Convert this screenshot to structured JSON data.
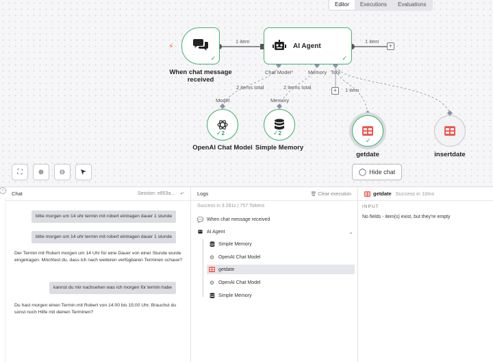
{
  "tabs": [
    {
      "label": "Editor",
      "active": true
    },
    {
      "label": "Executions",
      "active": false
    },
    {
      "label": "Evaluations",
      "active": false
    }
  ],
  "nodes": {
    "trigger": {
      "label_line1": "When chat message",
      "label_line2": "received",
      "icon": "chat-bubbles-icon"
    },
    "agent": {
      "label": "AI Agent",
      "icon": "robot-icon"
    },
    "model": {
      "label": "OpenAI Chat Model",
      "count": "2",
      "icon": "openai-icon"
    },
    "memory": {
      "label": "Simple Memory",
      "count": "2",
      "icon": "database-icon"
    },
    "getdate": {
      "label": "getdate",
      "icon": "table-icon"
    },
    "insertdate": {
      "label": "insertdate",
      "icon": "table-icon"
    }
  },
  "connections": {
    "trigger_to_agent": "1 item",
    "agent_out": "1 item",
    "model_total": "2 items total",
    "memory_total": "2 items total",
    "tool_item": "1 item"
  },
  "ports": {
    "chat_model": "Chat Model",
    "chat_model_required": "*",
    "memory": "Memory",
    "tool": "Tool",
    "model_sub": "Model",
    "memory_sub": "Memory"
  },
  "canvas_controls": {
    "hide_chat": "Hide chat"
  },
  "chat": {
    "title": "Chat",
    "session": "Session: e853a...",
    "messages": [
      {
        "role": "user",
        "text": "bitte morgen um 14 uhr termin mit robert eintragen dauer 1 stunde"
      },
      {
        "role": "user",
        "text": "bitte morgen um 14 uhr termin mit robert eintragen dauer 1 stunde"
      },
      {
        "role": "bot",
        "text": "Der Termin mit Robert morgen um 14 Uhr für eine Dauer von einer Stunde wurde eingetragen. Möchtest du, dass ich nach weiteren verfügbaren Terminen schaue?"
      },
      {
        "role": "user",
        "text": "kannst du mir nachsehen was ich morgen für termin habe"
      },
      {
        "role": "bot",
        "text": "Du hast morgen einen Termin mit Robert von 14:00 bis 15:00 Uhr. Brauchst du sonst noch Hilfe mit deinen Terminen?"
      }
    ]
  },
  "logs": {
    "title": "Logs",
    "clear": "Clear execution",
    "summary": "Success in 3.281s  |  757 Tokens",
    "items": [
      {
        "label": "When chat message received",
        "icon": "chat-icon"
      },
      {
        "label": "AI Agent",
        "icon": "robot-icon"
      },
      {
        "label": "Simple Memory",
        "icon": "database-icon"
      },
      {
        "label": "OpenAI Chat Model",
        "icon": "openai-icon"
      },
      {
        "label": "getdate",
        "icon": "table-icon"
      },
      {
        "label": "OpenAI Chat Model",
        "icon": "openai-icon"
      },
      {
        "label": "Simple Memory",
        "icon": "database-icon"
      }
    ]
  },
  "output": {
    "title": "getdate",
    "status": "Success in 10ms",
    "input_label": "INPUT",
    "message": "No fields - item(s) exist, but they're empty"
  },
  "colors": {
    "success": "#3fb36b",
    "sheet": "#f0584d",
    "trigger": "#ff6d3a"
  }
}
